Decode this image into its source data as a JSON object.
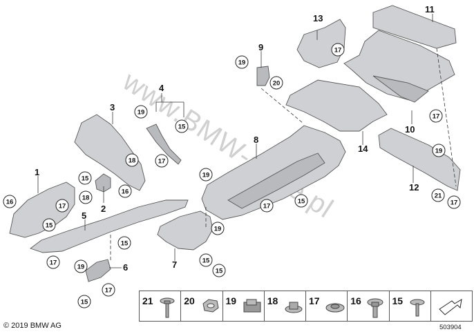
{
  "parts": [
    "1",
    "2",
    "3",
    "4",
    "5",
    "6",
    "7",
    "8",
    "9",
    "10",
    "11",
    "12",
    "13",
    "14"
  ],
  "callouts": [
    "15",
    "16",
    "17",
    "18",
    "19",
    "20",
    "21"
  ],
  "watermark": "www.BMW-store.pl",
  "legend": {
    "items": [
      {
        "label": "21",
        "icon": "bolt-icon"
      },
      {
        "label": "20",
        "icon": "hex-nut-icon"
      },
      {
        "label": "19",
        "icon": "clip-nut-icon"
      },
      {
        "label": "18",
        "icon": "flange-nut-icon"
      },
      {
        "label": "17",
        "icon": "washer-nut-icon"
      },
      {
        "label": "16",
        "icon": "collar-screw-icon"
      },
      {
        "label": "15",
        "icon": "screw-icon"
      },
      {
        "label": "",
        "icon": "direction-arrow-icon"
      }
    ]
  },
  "footer": {
    "copyright": "© 2019 BMW AG",
    "doc_number": "503904"
  }
}
